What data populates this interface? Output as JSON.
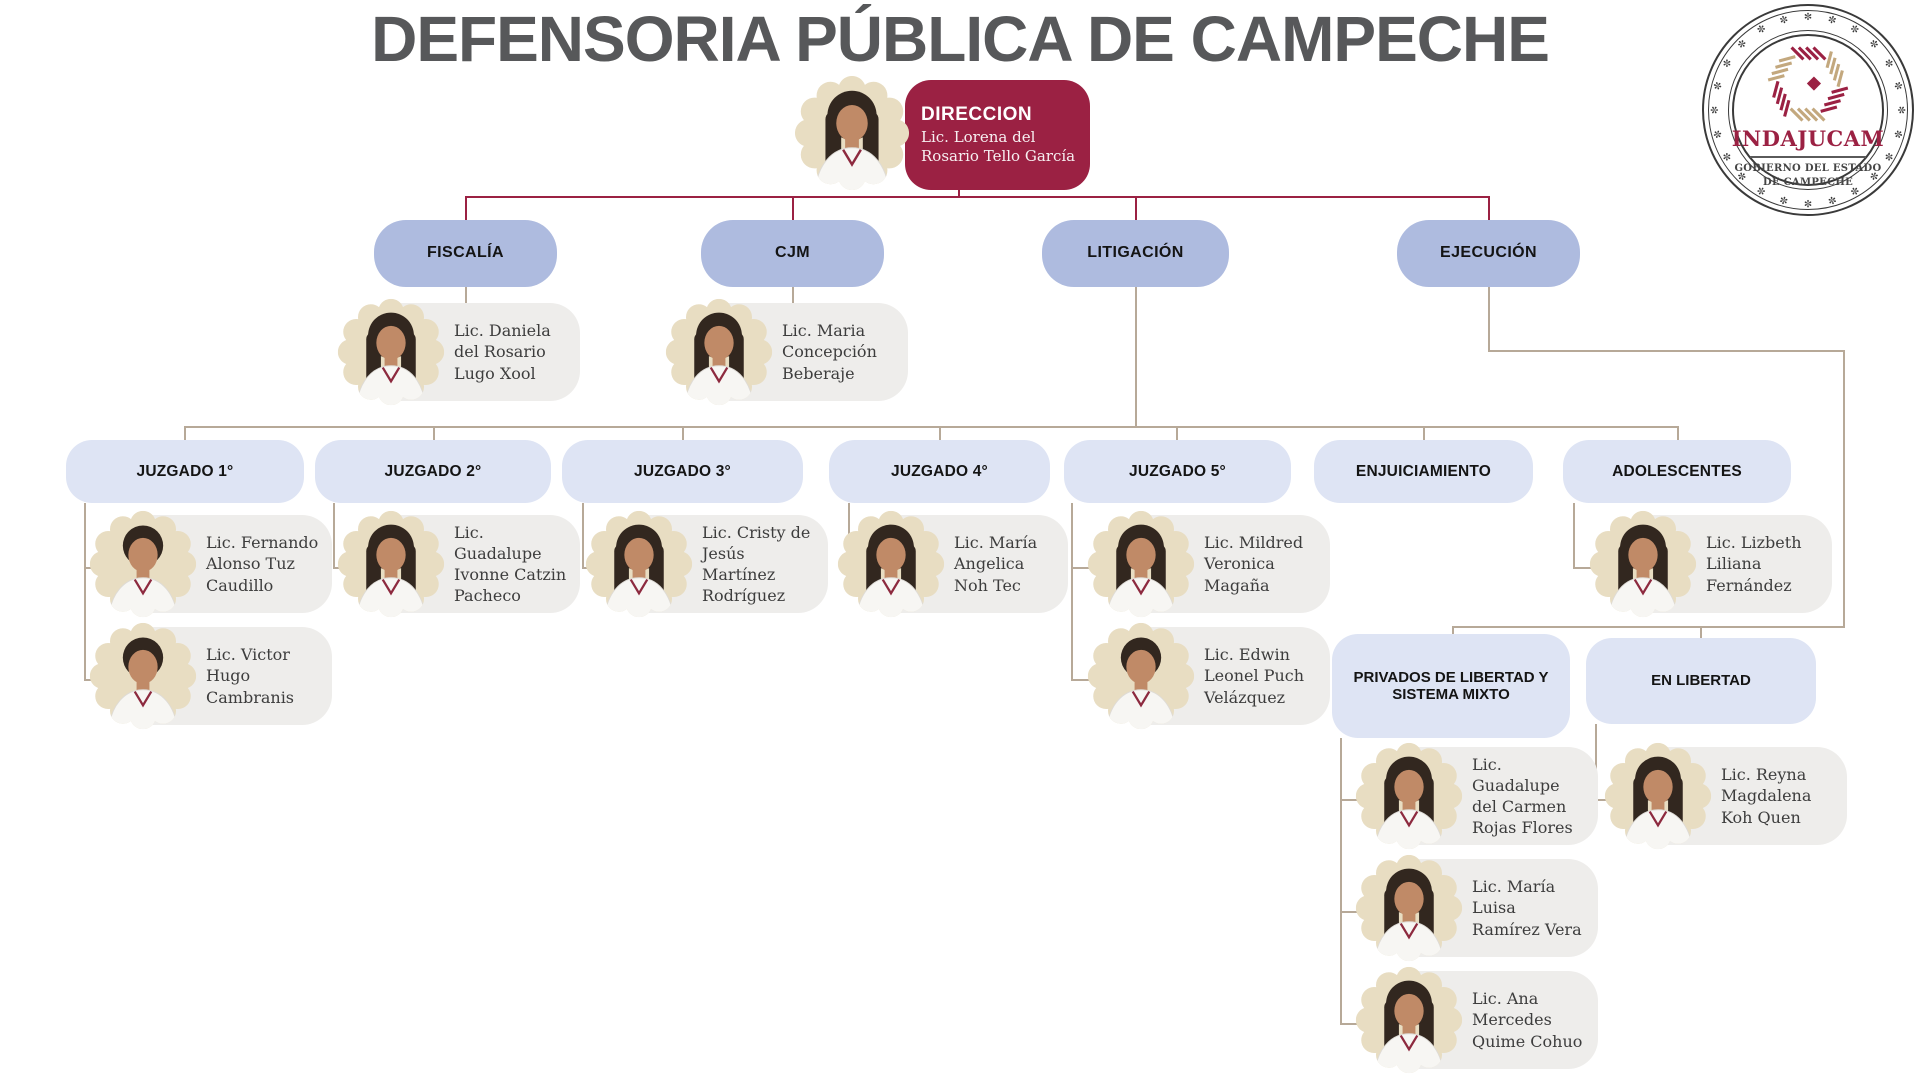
{
  "title": "DEFENSORIA PÚBLICA DE CAMPECHE",
  "logo": {
    "acronym": "INDAJUCAM",
    "government_line1": "GOBIERNO DEL ESTADO",
    "government_line2": "DE CAMPECHE"
  },
  "colors": {
    "maroon": "#9b2143",
    "periwinkle": "#aebbdf",
    "lavender": "#dee4f4",
    "card_gray": "#eeedeb",
    "photo_beige": "#e8ddc2",
    "connector_tan": "#b7a998",
    "title_gray": "#57585a"
  },
  "org": {
    "direccion": {
      "label": "DIRECCION",
      "person": "Lic. Lorena del Rosario Tello García"
    },
    "areas": {
      "fiscalia": "FISCALÍA",
      "cjm": "CJM",
      "litigacion": "LITIGACIÓN",
      "ejecucion": "EJECUCIÓN",
      "juzgado1": "JUZGADO 1°",
      "juzgado2": "JUZGADO 2°",
      "juzgado3": "JUZGADO 3°",
      "juzgado4": "JUZGADO 4°",
      "juzgado5": "JUZGADO 5°",
      "enjuiciamiento": "ENJUICIAMIENTO",
      "adolescentes": "ADOLESCENTES",
      "privados": "PRIVADOS DE LIBERTAD Y SISTEMA MIXTO",
      "enlibertad": "EN LIBERTAD"
    },
    "people": {
      "fiscalia": "Lic. Daniela del Rosario Lugo Xool",
      "cjm": "Lic. Maria Concepción Beberaje",
      "juzgado1_a": "Lic. Fernando Alonso Tuz Caudillo",
      "juzgado1_b": "Lic. Victor Hugo Cambranis",
      "juzgado2": "Lic. Guadalupe Ivonne Catzin Pacheco",
      "juzgado3": "Lic. Cristy de Jesús Martínez Rodríguez",
      "juzgado4": "Lic. María Angelica Noh Tec",
      "juzgado5_a": "Lic. Mildred Veronica Magaña",
      "juzgado5_b": "Lic. Edwin Leonel Puch Velázquez",
      "adolescentes": "Lic. Lizbeth Liliana Fernández",
      "privados_1": "Lic. Guadalupe del Carmen Rojas Flores",
      "privados_2": "Lic. María Luisa Ramírez Vera",
      "privados_3": "Lic. Ana Mercedes Quime Cohuo",
      "enlibertad": "Lic. Reyna Magdalena Koh Quen"
    }
  }
}
